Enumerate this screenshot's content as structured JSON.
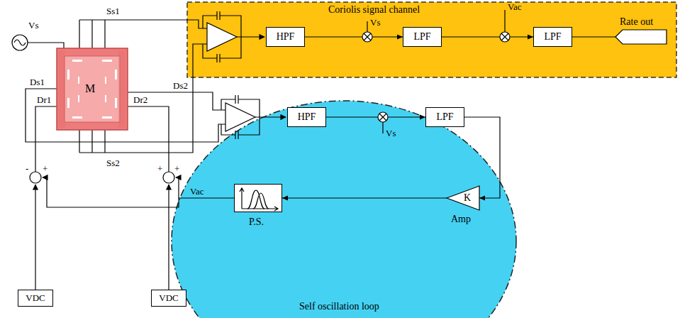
{
  "diagram": {
    "nodes": [
      {
        "text": [
          "Coriolis signal channel"
        ]
      },
      {
        "text": [
          "HPF"
        ],
        "in": 0
      },
      {
        "text": [
          "LPF"
        ],
        "in": 0
      },
      {
        "text": [
          "LPF"
        ],
        "in": 0
      },
      {
        "text": [
          "Rate out"
        ],
        "in": 0
      },
      {
        "text": [
          "M"
        ]
      },
      {
        "text": [
          "Self oscillation loop"
        ]
      },
      {
        "text": [
          "HPF"
        ],
        "in": 6
      },
      {
        "text": [
          "LPF"
        ],
        "in": 6
      },
      {
        "text": [
          "K",
          "Amp"
        ],
        "in": 6
      },
      {
        "text": [
          "P.S."
        ],
        "in": 6
      },
      {
        "text": [
          "VDC"
        ]
      },
      {
        "text": [
          "VDC"
        ]
      }
    ],
    "edges": [
      {
        "from": 1,
        "to": 2,
        "arrow": "to"
      },
      {
        "from": 2,
        "to": 3,
        "arrow": "to"
      },
      {
        "from": 3,
        "to": 4,
        "arrow": "none"
      },
      {
        "from": 7,
        "to": 8,
        "arrow": "to"
      },
      {
        "from": 8,
        "to": 9,
        "arrow": "to"
      },
      {
        "from": 9,
        "to": 10,
        "arrow": "to"
      }
    ],
    "labels": [
      "Vs",
      "Ss1",
      "Ds1",
      "Dr1",
      "Dr2",
      "Ds2",
      "Vs",
      "Vac",
      "Vs",
      "Vac",
      "Ss2",
      "-",
      "+",
      "+",
      "+"
    ]
  }
}
